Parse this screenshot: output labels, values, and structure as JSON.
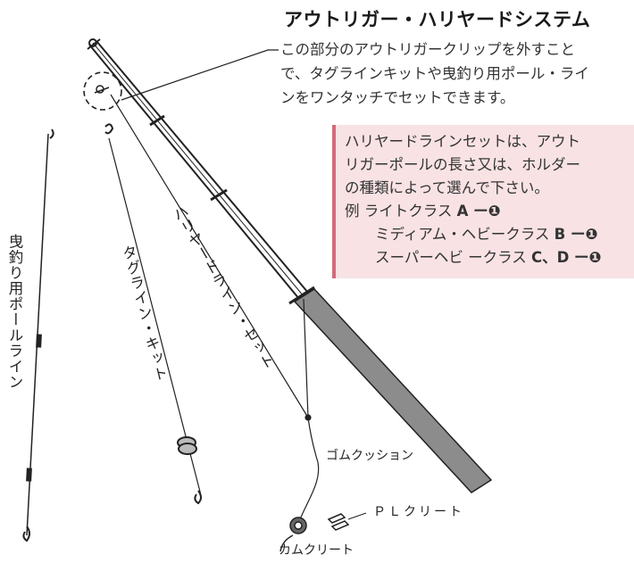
{
  "title": "アウトリガー・ハリヤードシステム",
  "description": [
    "この部分のアウトリガークリップを外すこと",
    "で、タグラインキットや曳釣り用ポール・ライ",
    "ンをワンタッチでセットできます。"
  ],
  "note": {
    "lines": [
      "ハリヤードラインセットは、アウト",
      "リガーポールの長さ又は、ホルダー",
      "の種類によって選んで下さい。"
    ],
    "example_prefix": "例",
    "rows": [
      {
        "name": "ライトクラス",
        "code": "A ー❶"
      },
      {
        "name": "ミディアム・ヘビークラス",
        "code": "B ー❶"
      },
      {
        "name": "スーパーヘビ ークラス",
        "code": "C、D ー❶"
      }
    ]
  },
  "labels": {
    "pole_line": "曳釣り用ポールライン",
    "tagline_kit": "タグライン・キット",
    "halyard_set": "ハリヤードライン・セット",
    "rubber_cushion": "ゴムクッション",
    "pl_cleat": "ＰＬクリート",
    "cam_cleat": "カムクリート"
  },
  "colors": {
    "note_bg": "#f8e2e4",
    "note_border": "#d46a7a",
    "grip": "#8c8c8c"
  }
}
